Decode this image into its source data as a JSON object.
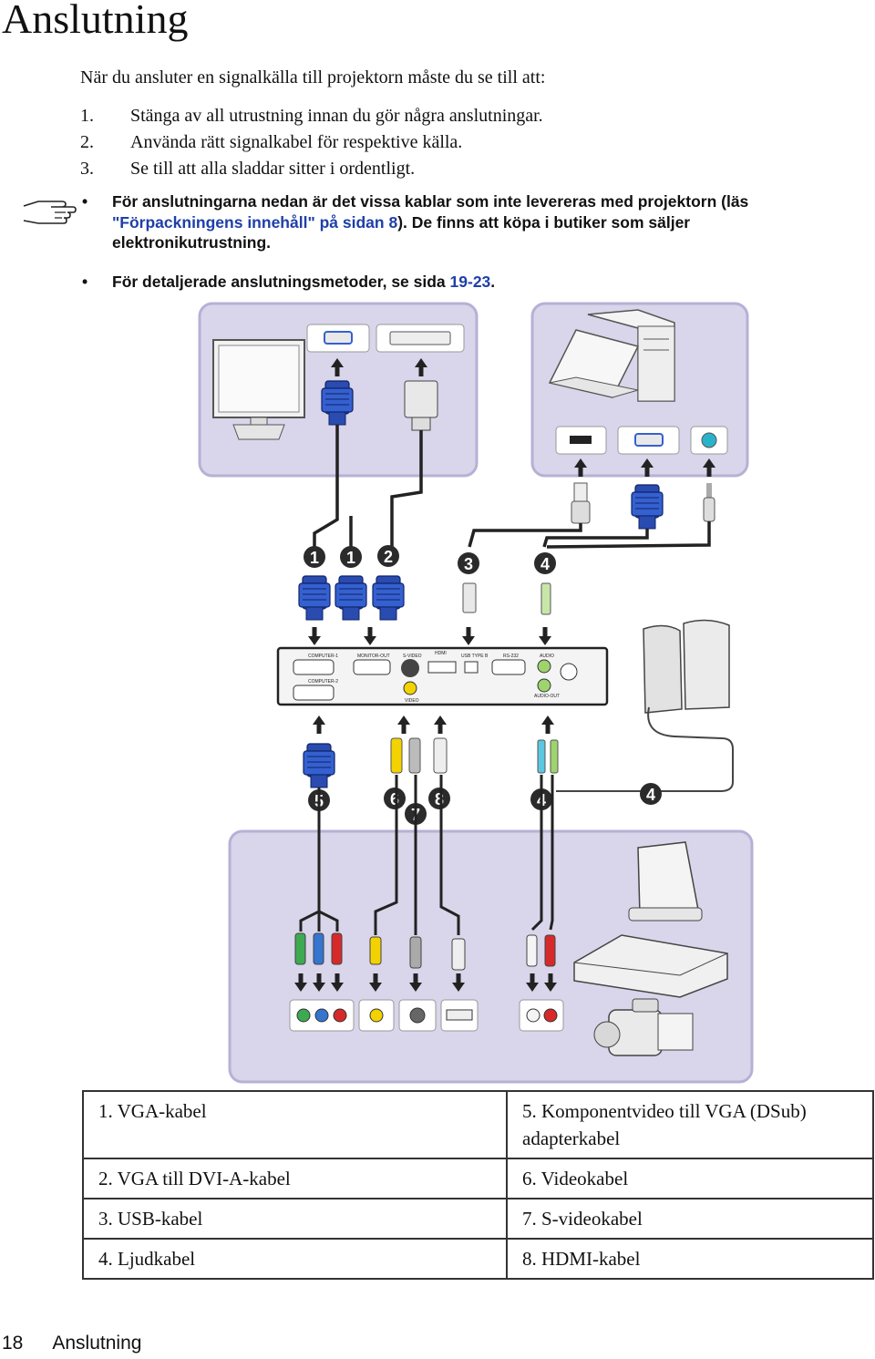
{
  "page": {
    "title": "Anslutning",
    "intro": "När du ansluter en signalkälla till projektorn måste du se till att:",
    "steps": [
      {
        "num": "1.",
        "text": "Stänga av all utrustning innan du gör några anslutningar."
      },
      {
        "num": "2.",
        "text": "Använda rätt signalkabel för respektive källa."
      },
      {
        "num": "3.",
        "text": "Se till att alla sladdar sitter i ordentligt."
      }
    ],
    "notes": {
      "bullet1_a": "För anslutningarna nedan är det vissa kablar som inte levereras med projektorn (läs ",
      "bullet1_link1": "\"Förpackningens innehåll\" på sidan ",
      "bullet1_link2": "8",
      "bullet1_b": "). De finns att köpa i butiker som säljer elektronikutrustning.",
      "bullet2_a": "För detaljerade anslutningsmetoder, se sida ",
      "bullet2_link": "19-23",
      "bullet2_b": ".",
      "bullet_char": "•"
    }
  },
  "diagram": {
    "panel_labels": [
      "COMPUTER-1",
      "MONITOR-OUT",
      "S-VIDEO",
      "HDMI",
      "USB TYPE B",
      "RS-232",
      "AUDIO",
      "COMPUTER-2",
      "VIDEO",
      "AUDIO-OUT"
    ],
    "callouts_top": [
      "1",
      "1",
      "2",
      "3",
      "4"
    ],
    "callouts_bottom": [
      "5",
      "6",
      "7",
      "8",
      "4",
      "4"
    ]
  },
  "cable_table": [
    [
      "1. VGA-kabel",
      "5. Komponentvideo till VGA (DSub) adapterkabel"
    ],
    [
      "2. VGA till DVI-A-kabel",
      "6. Videokabel"
    ],
    [
      "3. USB-kabel",
      "7. S-videokabel"
    ],
    [
      "4. Ljudkabel",
      "8. HDMI-kabel"
    ]
  ],
  "footer": {
    "page_number": "18",
    "section": "Anslutning"
  }
}
